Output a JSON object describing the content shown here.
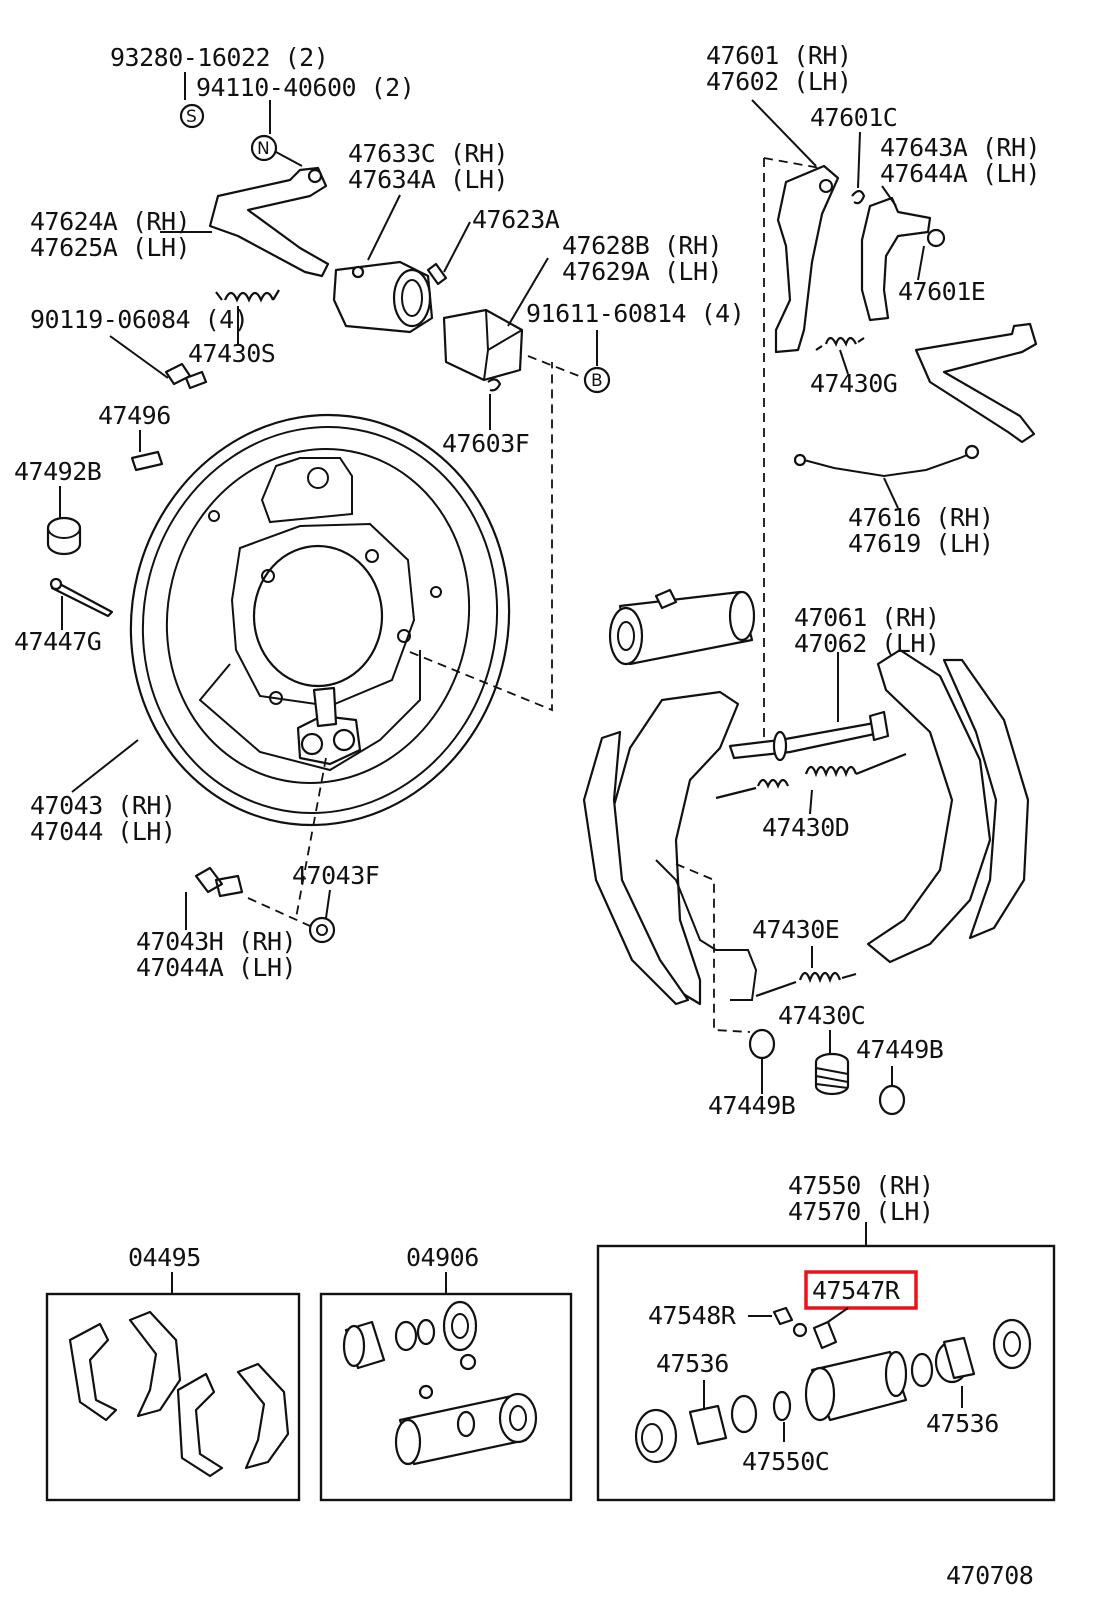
{
  "labels": {
    "p93280": "93280-16022 (2)",
    "p94110": "94110-40600 (2)",
    "p47633c": "47633C (RH)",
    "p47634a": "47634A (LH)",
    "p47624a": "47624A (RH)",
    "p47625a": "47625A (LH)",
    "p47623a": "47623A",
    "p47628b": "47628B (RH)",
    "p47629a": "47629A (LH)",
    "p90119": "90119-06084 (4)",
    "p47430s": "47430S",
    "p91611": "91611-60814 (4)",
    "p47496": "47496",
    "p47603f": "47603F",
    "p47492b": "47492B",
    "p47447g": "47447G",
    "p47043": "47043 (RH)",
    "p47044": "47044 (LH)",
    "p47043f": "47043F",
    "p47043h": "47043H (RH)",
    "p47044a": "47044A (LH)",
    "p47601": "47601 (RH)",
    "p47602": "47602 (LH)",
    "p47601c": "47601C",
    "p47643a": "47643A (RH)",
    "p47644a": "47644A (LH)",
    "p47601e": "47601E",
    "p47430g": "47430G",
    "p47616": "47616 (RH)",
    "p47619": "47619 (LH)",
    "p47061": "47061 (RH)",
    "p47062": "47062 (LH)",
    "p47430d": "47430D",
    "p47430e": "47430E",
    "p47430c": "47430C",
    "p47449b_r": "47449B",
    "p47449b_l": "47449B",
    "kit04495": "04495",
    "kit04906": "04906",
    "p47550": "47550 (RH)",
    "p47570": "47570 (LH)",
    "p47547r": "47547R",
    "p47548r": "47548R",
    "p47536_l": "47536",
    "p47536_r": "47536",
    "p47550c": "47550C",
    "diagram_id": "470708"
  },
  "symbols": {
    "s": "S",
    "n": "N",
    "b": "B"
  },
  "highlight": {
    "part": "47547R",
    "color": "#e8141b"
  }
}
